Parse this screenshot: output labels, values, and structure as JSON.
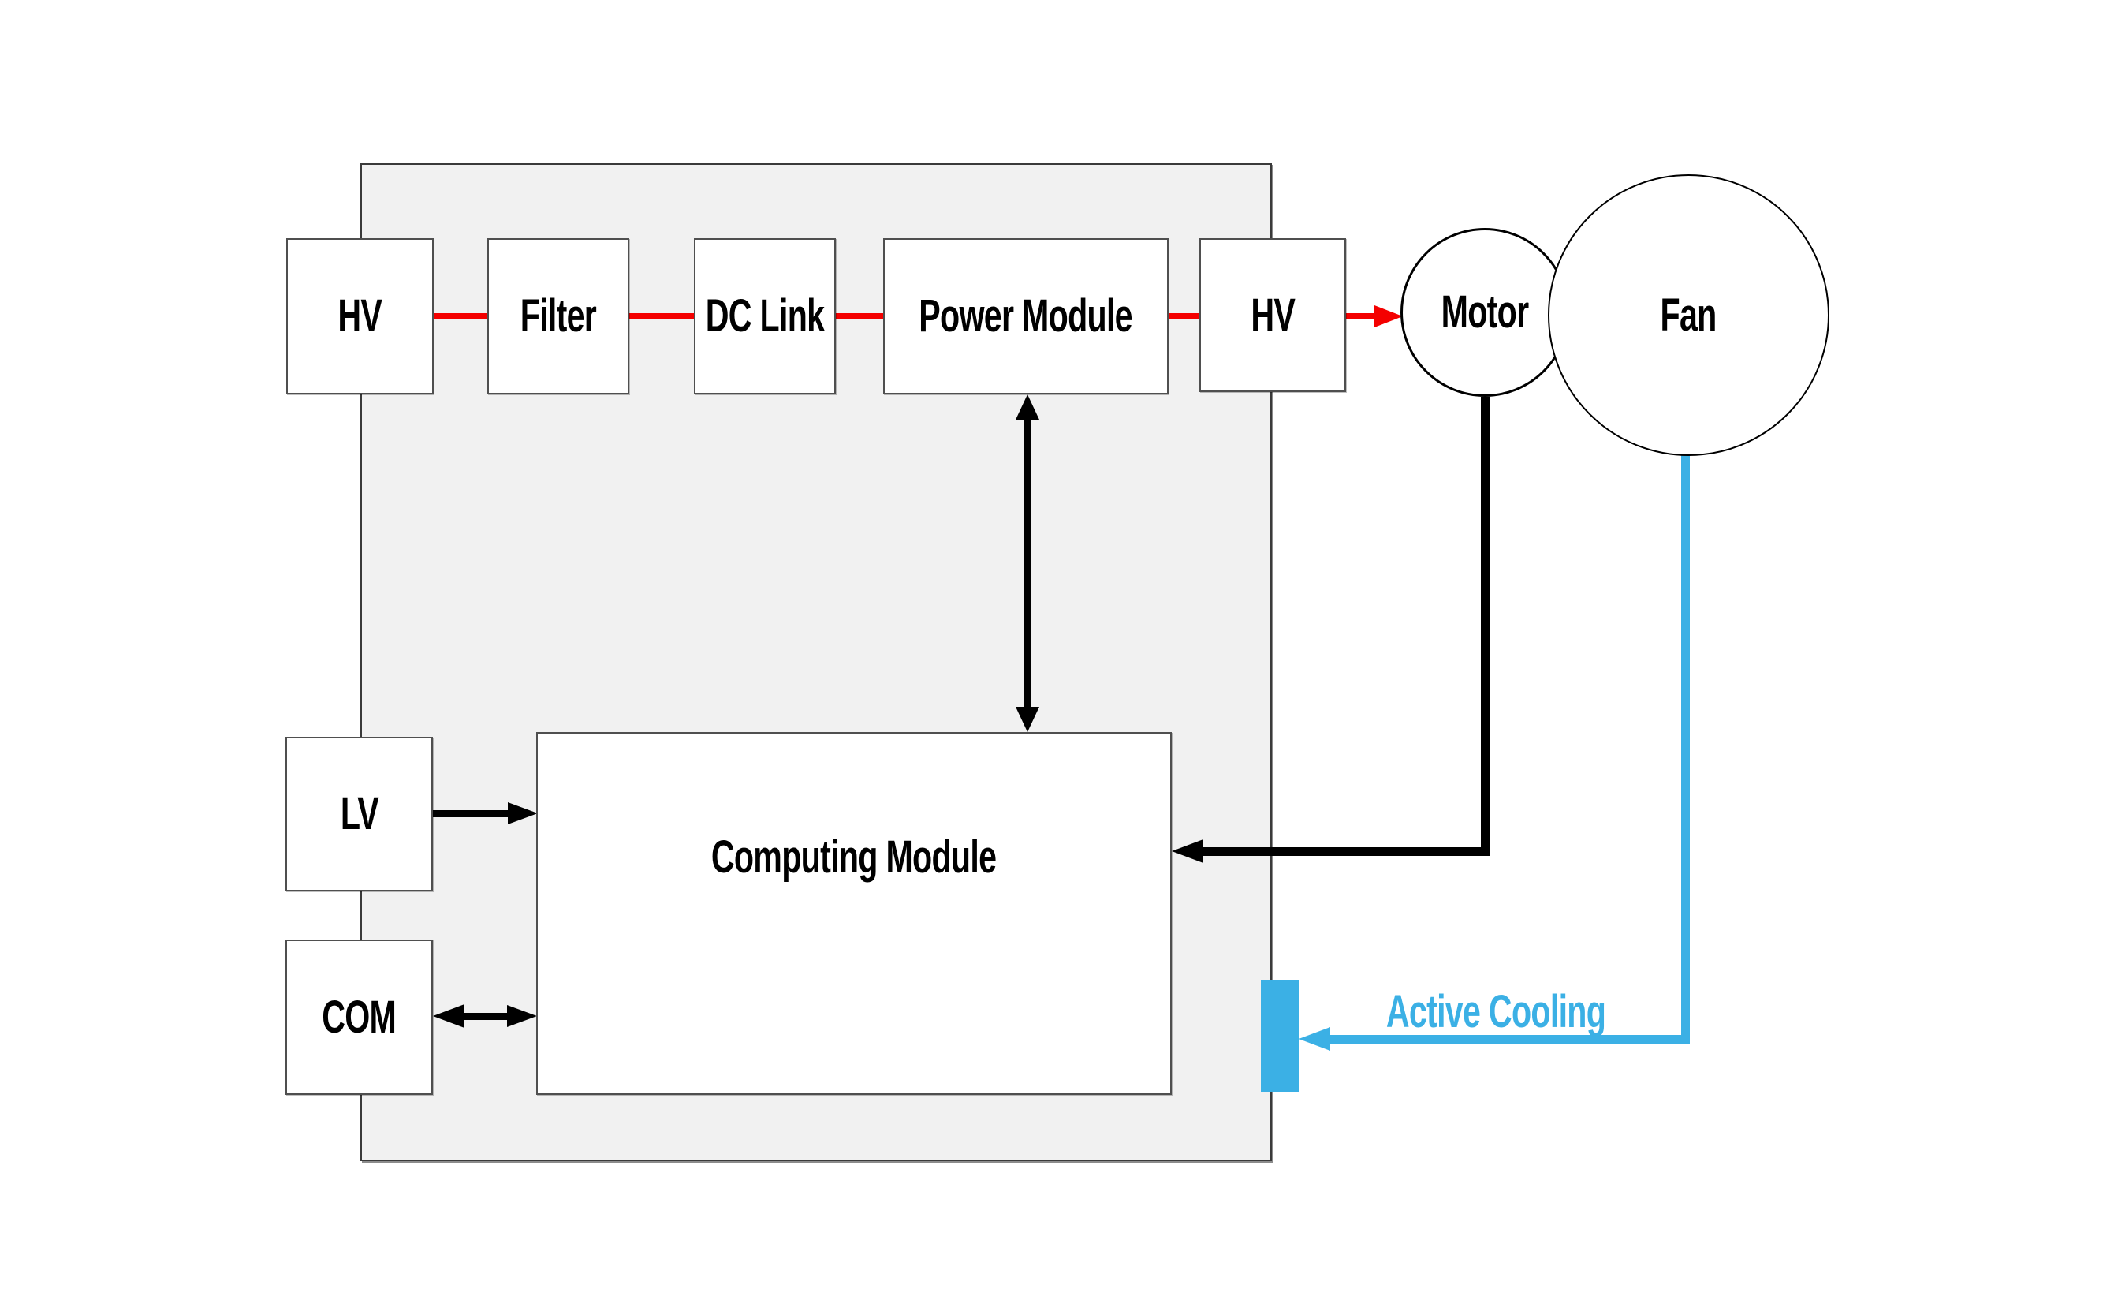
{
  "diagram": {
    "type": "block-diagram",
    "nodes": {
      "hv_left": {
        "label": "HV",
        "shape": "rect"
      },
      "filter": {
        "label": "Filter",
        "shape": "rect"
      },
      "dc_link": {
        "label": "DC Link",
        "shape": "rect"
      },
      "power_module": {
        "label": "Power Module",
        "shape": "rect"
      },
      "hv_right": {
        "label": "HV",
        "shape": "rect"
      },
      "motor": {
        "label": "Motor",
        "shape": "circle"
      },
      "fan": {
        "label": "Fan",
        "shape": "circle"
      },
      "lv": {
        "label": "LV",
        "shape": "rect"
      },
      "com": {
        "label": "COM",
        "shape": "rect"
      },
      "computing_module": {
        "label": "Computing Module",
        "shape": "rect"
      }
    },
    "annotations": {
      "active_cooling": {
        "label": "Active Cooling",
        "color": "#3bb0e5"
      }
    },
    "edges": [
      {
        "from": "HV (left)",
        "to": "Filter",
        "color": "red",
        "arrows": "none"
      },
      {
        "from": "Filter",
        "to": "DC Link",
        "color": "red",
        "arrows": "none"
      },
      {
        "from": "DC Link",
        "to": "Power Module",
        "color": "red",
        "arrows": "none"
      },
      {
        "from": "Power Module",
        "to": "HV (right)",
        "color": "red",
        "arrows": "none"
      },
      {
        "from": "HV (right)",
        "to": "Motor",
        "color": "red",
        "arrows": "forward"
      },
      {
        "from": "Power Module",
        "to": "Computing Module",
        "color": "black",
        "arrows": "both"
      },
      {
        "from": "LV",
        "to": "Computing Module",
        "color": "black",
        "arrows": "forward"
      },
      {
        "from": "COM",
        "to": "Computing Module",
        "color": "black",
        "arrows": "both"
      },
      {
        "from": "Motor",
        "to": "Computing Module",
        "color": "black",
        "arrows": "forward"
      },
      {
        "from": "Fan",
        "to": "Enclosure cooling inlet",
        "color": "blue",
        "arrows": "forward"
      }
    ],
    "colors": {
      "power_path_red": "#f40000",
      "cooling_blue": "#3bb0e5",
      "signal_black": "#000000",
      "enclosure_fill": "#f1f1f1",
      "box_border": "#4f4f4f",
      "background": "#ffffff"
    }
  }
}
